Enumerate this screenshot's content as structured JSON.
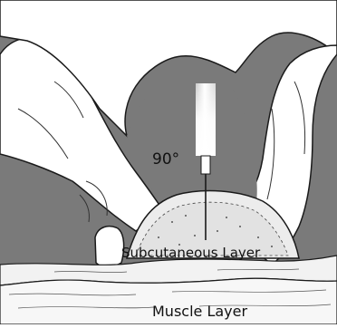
{
  "labels": {
    "angle": "90°",
    "subcutaneous": "Subcutaneous Layer",
    "muscle": "Muscle Layer"
  },
  "colors": {
    "background": "#7a7a7a",
    "skin": "#ffffff",
    "ink": "#1a1a1a",
    "tissue_fill": "#e6e6e6"
  },
  "icons": [
    "hand-illustration",
    "syringe-icon",
    "skin-fold",
    "needle-icon"
  ]
}
